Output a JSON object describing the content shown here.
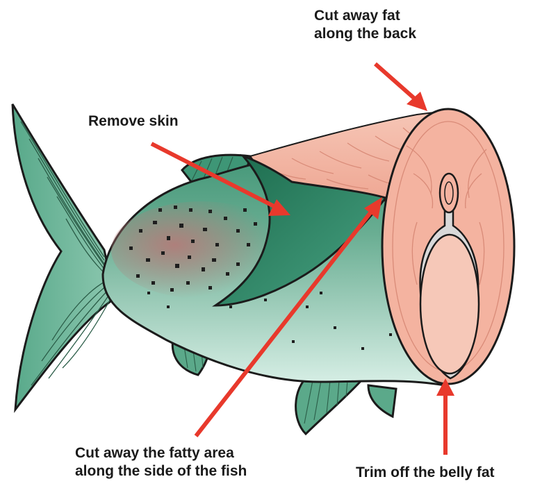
{
  "labels": {
    "back_fat": [
      "Cut away fat",
      "along the back"
    ],
    "skin": [
      "Remove skin"
    ],
    "side_fat": [
      "Cut away the fatty area",
      "along the side of the fish"
    ],
    "belly_fat": [
      "Trim off the belly fat"
    ]
  },
  "colors": {
    "arrow": "#e8392c",
    "skin_green": "#3f9a7a",
    "skin_dark": "#1f6b50",
    "flesh": "#f3b9a6",
    "flesh_line": "#d98b78",
    "outline": "#1b1b1b",
    "spine": "#d9d9d9"
  }
}
